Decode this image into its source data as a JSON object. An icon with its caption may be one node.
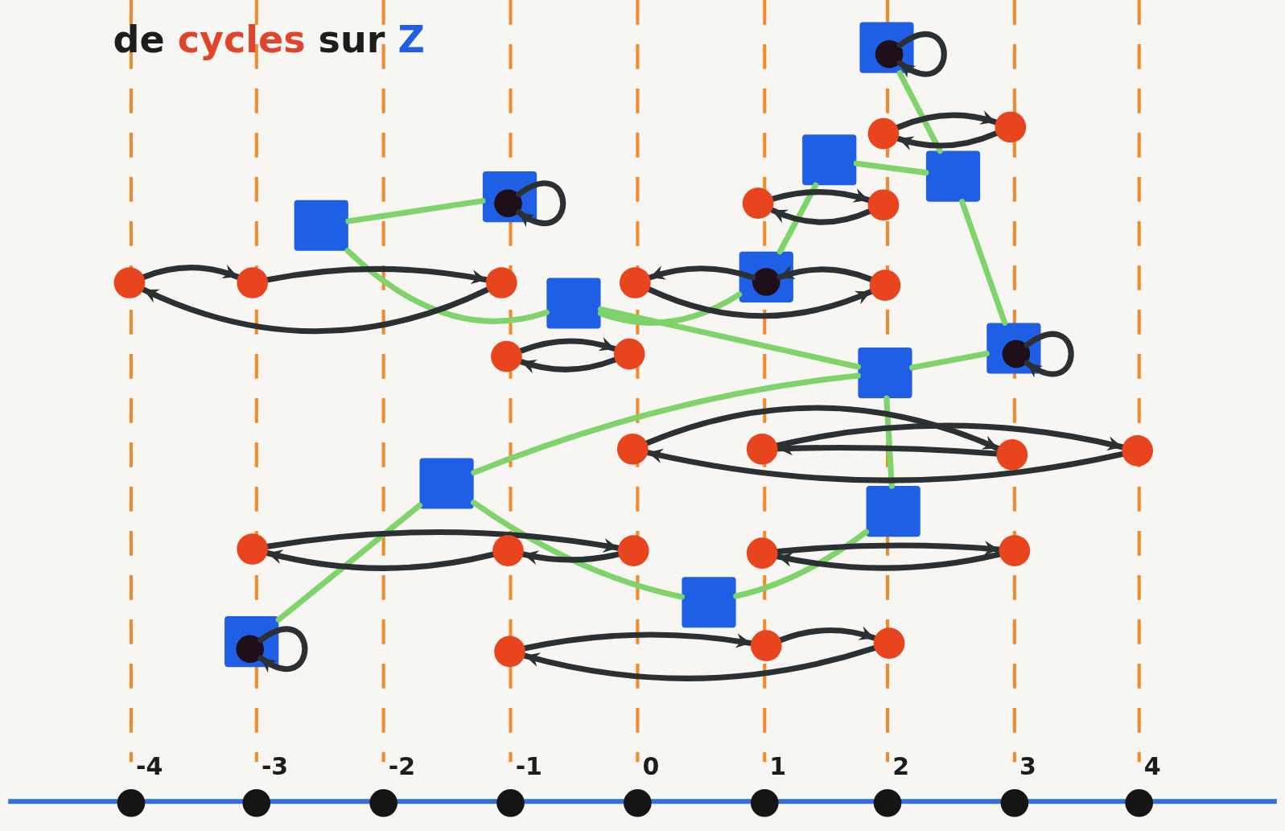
{
  "diagram": {
    "title": "de cycles sur Z",
    "nodes": [
      {
        "text": [],
        "shape": "box"
      },
      {
        "text": [],
        "shape": "circle",
        "in": 0
      },
      {
        "text": [],
        "shape": "circle"
      },
      {
        "text": [],
        "shape": "box"
      },
      {
        "text": [],
        "shape": "circle"
      },
      {
        "text": [],
        "shape": "box"
      },
      {
        "text": [],
        "shape": "circle",
        "in": 5
      },
      {
        "text": [],
        "shape": "circle"
      },
      {
        "text": [],
        "shape": "box"
      },
      {
        "text": [],
        "shape": "circle"
      },
      {
        "text": [],
        "shape": "circle"
      },
      {
        "text": [],
        "shape": "circle"
      },
      {
        "text": [],
        "shape": "box"
      },
      {
        "text": [],
        "shape": "circle"
      },
      {
        "text": [],
        "shape": "circle"
      },
      {
        "text": [],
        "shape": "box"
      },
      {
        "text": [],
        "shape": "circle",
        "in": 15
      },
      {
        "text": [],
        "shape": "circle"
      },
      {
        "text": [],
        "shape": "circle"
      },
      {
        "text": [],
        "shape": "box"
      },
      {
        "text": [],
        "shape": "circle"
      },
      {
        "text": [],
        "shape": "box"
      },
      {
        "text": [],
        "shape": "circle",
        "in": 21
      },
      {
        "text": [],
        "shape": "circle"
      },
      {
        "text": [],
        "shape": "circle"
      },
      {
        "text": [],
        "shape": "box"
      },
      {
        "text": [],
        "shape": "circle"
      },
      {
        "text": [],
        "shape": "circle"
      },
      {
        "text": [],
        "shape": "circle"
      },
      {
        "text": [],
        "shape": "box"
      },
      {
        "text": [],
        "shape": "circle"
      },
      {
        "text": [],
        "shape": "circle"
      },
      {
        "text": [],
        "shape": "circle"
      },
      {
        "text": [],
        "shape": "box"
      },
      {
        "text": [],
        "shape": "circle"
      },
      {
        "text": [],
        "shape": "box"
      },
      {
        "text": [],
        "shape": "circle",
        "in": 35
      },
      {
        "text": [],
        "shape": "circle"
      },
      {
        "text": [],
        "shape": "box"
      },
      {
        "text": [],
        "shape": "circle"
      },
      {
        "text": [],
        "shape": "circle"
      }
    ],
    "edges": [
      {
        "from": 1,
        "to": 1,
        "arrow": "to"
      },
      {
        "from": 2,
        "to": 4,
        "arrow": "to"
      },
      {
        "from": 4,
        "to": 2,
        "arrow": "to"
      },
      {
        "from": 6,
        "to": 6,
        "arrow": "to"
      },
      {
        "from": 7,
        "to": 9,
        "arrow": "to"
      },
      {
        "from": 9,
        "to": 7,
        "arrow": "to"
      },
      {
        "from": 10,
        "to": 11,
        "arrow": "to"
      },
      {
        "from": 11,
        "to": 13,
        "arrow": "to"
      },
      {
        "from": 13,
        "to": 10,
        "arrow": "to"
      },
      {
        "from": 16,
        "to": 14,
        "arrow": "to"
      },
      {
        "from": 17,
        "to": 16,
        "arrow": "to"
      },
      {
        "from": 14,
        "to": 17,
        "arrow": "to"
      },
      {
        "from": 18,
        "to": 20,
        "arrow": "to"
      },
      {
        "from": 20,
        "to": 18,
        "arrow": "to"
      },
      {
        "from": 22,
        "to": 22,
        "arrow": "to"
      },
      {
        "from": 23,
        "to": 26,
        "arrow": "to"
      },
      {
        "from": 26,
        "to": 24,
        "arrow": "to"
      },
      {
        "from": 24,
        "to": 27,
        "arrow": "to"
      },
      {
        "from": 27,
        "to": 23,
        "arrow": "to"
      },
      {
        "from": 28,
        "to": 31,
        "arrow": "to"
      },
      {
        "from": 31,
        "to": 30,
        "arrow": "to"
      },
      {
        "from": 30,
        "to": 28,
        "arrow": "to"
      },
      {
        "from": 32,
        "to": 34,
        "arrow": "to"
      },
      {
        "from": 34,
        "to": 32,
        "arrow": "to"
      },
      {
        "from": 36,
        "to": 36,
        "arrow": "to"
      },
      {
        "from": 37,
        "to": 39,
        "arrow": "to"
      },
      {
        "from": 39,
        "to": 40,
        "arrow": "to"
      },
      {
        "from": 40,
        "to": 37,
        "arrow": "to"
      },
      {
        "from": 0,
        "to": 3,
        "arrow": "none",
        "color": "#7ed36b"
      },
      {
        "from": 3,
        "to": 8,
        "arrow": "none",
        "color": "#7ed36b"
      },
      {
        "from": 3,
        "to": 21,
        "arrow": "none",
        "color": "#7ed36b"
      },
      {
        "from": 8,
        "to": 15,
        "arrow": "none",
        "color": "#7ed36b"
      },
      {
        "from": 15,
        "to": 19,
        "arrow": "none",
        "color": "#7ed36b"
      },
      {
        "from": 12,
        "to": 5,
        "arrow": "none",
        "color": "#7ed36b"
      },
      {
        "from": 12,
        "to": 19,
        "arrow": "none",
        "color": "#7ed36b"
      },
      {
        "from": 19,
        "to": 25,
        "arrow": "none",
        "color": "#7ed36b"
      },
      {
        "from": 25,
        "to": 21,
        "arrow": "none",
        "color": "#7ed36b"
      },
      {
        "from": 25,
        "to": 33,
        "arrow": "none",
        "color": "#7ed36b"
      },
      {
        "from": 29,
        "to": 25,
        "arrow": "none",
        "color": "#7ed36b"
      },
      {
        "from": 29,
        "to": 35,
        "arrow": "none",
        "color": "#7ed36b"
      },
      {
        "from": 29,
        "to": 38,
        "arrow": "none",
        "color": "#7ed36b"
      },
      {
        "from": 38,
        "to": 33,
        "arrow": "none",
        "color": "#7ed36b"
      }
    ],
    "labels": [
      "-4",
      "-3",
      "-2",
      "-1",
      "0",
      "1",
      "2",
      "3",
      "4"
    ]
  }
}
